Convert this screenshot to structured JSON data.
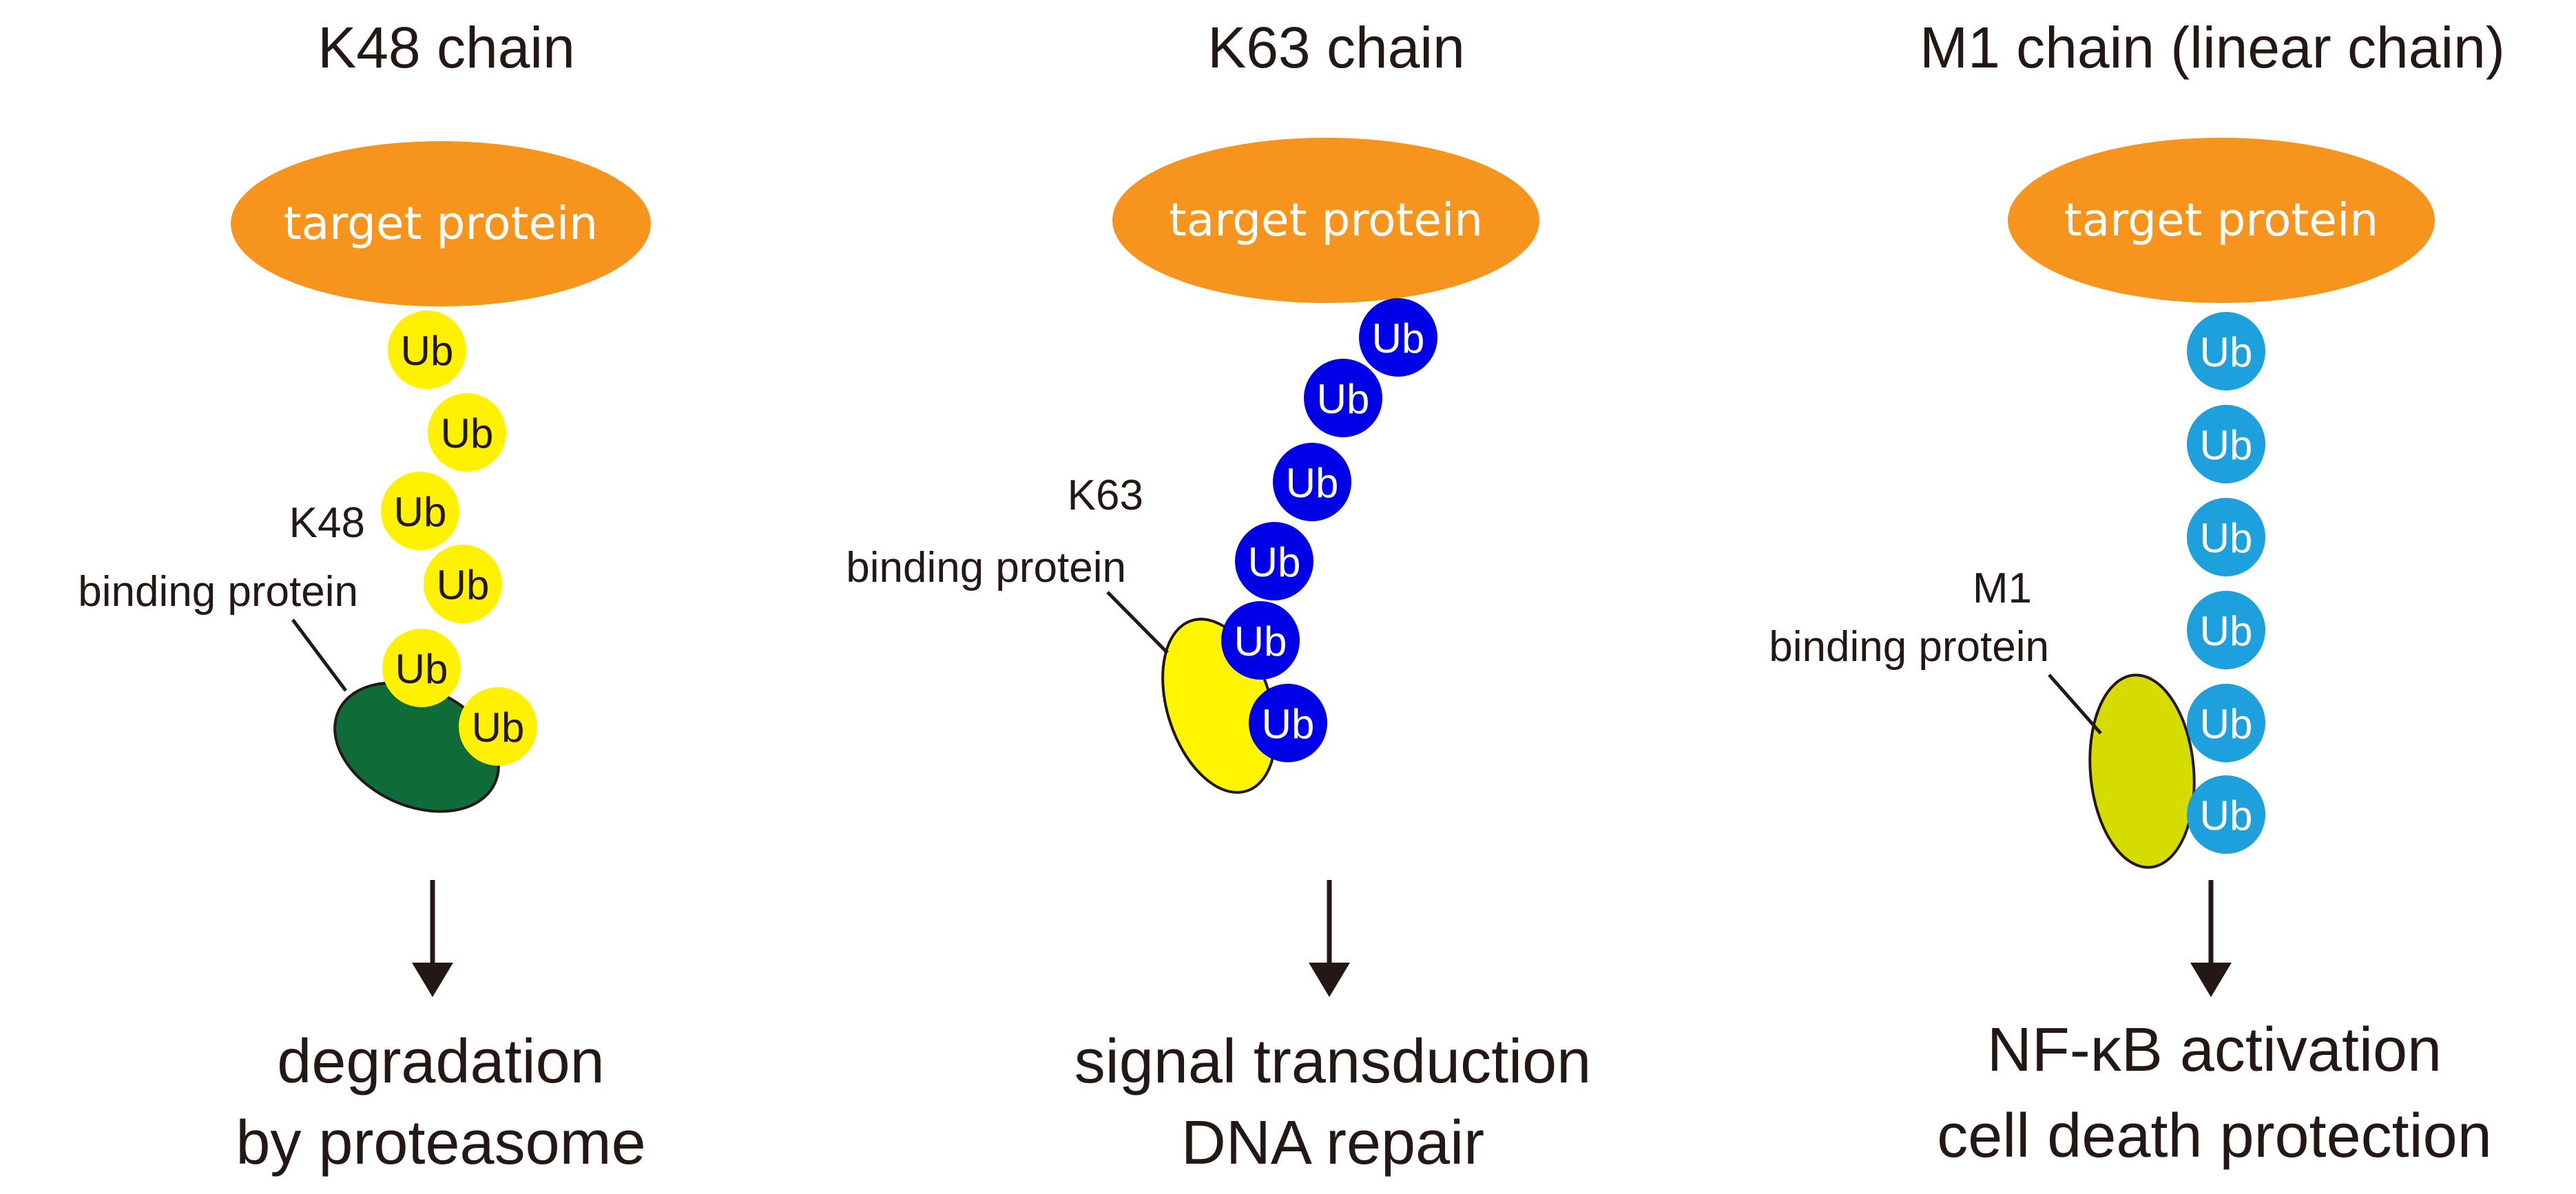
{
  "colors": {
    "target_protein": "#F7941D",
    "ub_k48": "#FFF100",
    "ub_k63": "#0000E6",
    "ub_m1": "#1EA0DC",
    "binder_k48": "#0F6B37",
    "binder_k63": "#FFF500",
    "binder_m1": "#D7DC00",
    "text": "#231815"
  },
  "panels": [
    {
      "title": "K48 chain",
      "target": "target protein",
      "ub_label": "Ub",
      "binder_label_1": "K48",
      "binder_label_2": "binding protein",
      "outcome_1": "degradation",
      "outcome_2": "by proteasome"
    },
    {
      "title": "K63 chain",
      "target": "target protein",
      "ub_label": "Ub",
      "binder_label_1": "K63",
      "binder_label_2": "binding protein",
      "outcome_1": "signal transduction",
      "outcome_2": "DNA repair"
    },
    {
      "title": "M1 chain (linear chain)",
      "target": "target protein",
      "ub_label": "Ub",
      "binder_label_1": "M1",
      "binder_label_2": "binding protein",
      "outcome_1": "NF-κB activation",
      "outcome_2": "cell death protection"
    }
  ]
}
